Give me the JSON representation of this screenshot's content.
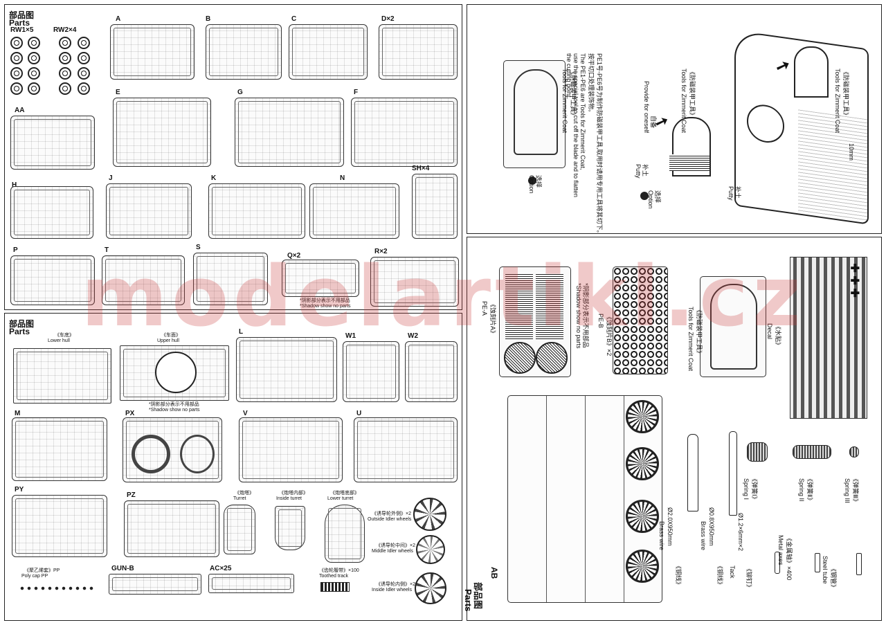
{
  "watermark": "modelartikl.cz",
  "left_top": {
    "title_cn": "部品图",
    "title_en": "Parts",
    "sprues": [
      "RW1×5",
      "RW2×4",
      "A",
      "B",
      "C",
      "D×2",
      "AA",
      "E",
      "G",
      "F",
      "H",
      "J",
      "K",
      "N",
      "SH×4",
      "P",
      "T",
      "S",
      "Q×2",
      "R×2"
    ],
    "note_cn": "*阴影部分表示不用部品",
    "note_en": "*Shadow show no parts"
  },
  "left_bottom": {
    "title_cn": "部品图",
    "title_en": "Parts",
    "lower_hull_cn": "《车底》",
    "lower_hull_en": "Lower hull",
    "upper_hull_cn": "《车面》",
    "upper_hull_en": "Upper hull",
    "note_cn": "*阴影部分表示不用部品",
    "note_en": "*Shadow show no parts",
    "sprues": [
      "L",
      "W1",
      "W2",
      "M",
      "PX",
      "V",
      "U",
      "PY",
      "PZ",
      "GUN-B",
      "AC×25"
    ],
    "turret_cn": "《炮塔》",
    "turret_en": "Turret",
    "inside_turret_cn": "《炮塔内部》",
    "inside_turret_en": "Inside turret",
    "lower_turret_cn": "《炮塔底部》",
    "lower_turret_en": "Lower turret",
    "outside_idler_cn": "《诱导轮外侧》×2",
    "outside_idler_en": "Outside Idler wheels",
    "middle_idler_cn": "《诱导轮中间》×2",
    "middle_idler_en": "Middle Idler wheels",
    "inside_idler_cn": "《诱导轮内侧》×2",
    "inside_idler_en": "Inside Idler wheels",
    "polycap_cn": "《聚乙烯套》PP",
    "polycap_en": "Poly cap PP",
    "track_cn": "《齿轮履带》×100",
    "track_en": "Toothed track"
  },
  "right_top": {
    "tools_cn": "《防磁装甲工具》",
    "tools_en": "Tools for Zimmerit Coat",
    "option_cn": "选择",
    "option_en": "Option",
    "instruction_cn1": "PE1号-PE6号为制作防磁装甲工具,取用时请用专用工具将其切下。",
    "instruction_cn2": "按平切口处理装饰物。",
    "instruction_en1": "The PE1-PE6 are Tools for Zimmerit Coat,",
    "instruction_en2": "use the special tool to cut off the blade and to flatten",
    "instruction_en3": "the cutting point.",
    "provide_cn": "自备",
    "provide_en": "Provide for oneself",
    "putty_cn": "补土",
    "putty_en": "Putty",
    "tools2_cn": "《防磁装甲工具》",
    "tools2_en": "Tools for Zimmerit Coat",
    "putty2_cn": "补土",
    "putty2_en": "Putty",
    "dimension": "10mm"
  },
  "right_bottom": {
    "title_cn": "部品图",
    "title_en": "Parts",
    "sprue_ab": "AB",
    "pe_a_cn": "《蚀刻片A》",
    "pe_a_en": "PE-A",
    "pe_b_cn": "《蚀刻片B》×2",
    "pe_b_en": "PE-B",
    "shadow_cn": "*阴影部分表示不用部品",
    "shadow_en": "*Shadow show no parts",
    "zimmerit_cn": "《防磁装甲工具》",
    "zimmerit_en": "Tools for Zimmerit Coat",
    "decal_cn": "《水贴》",
    "decal_en": "Decal",
    "brass1_cn": "《铜线》",
    "brass1_size": "Ø2.0X950mm",
    "brass1_en": "Brass wire",
    "brass2_cn": "《铜线》",
    "brass2_size": "Ø0.8X950mm",
    "brass2_en": "Brass wire",
    "spring1_cn": "《弹簧Ⅰ》",
    "spring1_en": "Spring I",
    "spring2_cn": "《弹簧Ⅱ》",
    "spring2_en": "Spring II",
    "spring3_cn": "《弹簧Ⅲ》",
    "spring3_en": "Spring III",
    "tack_cn": "《铆钉》",
    "tack_size": "Ø1.2×6mm×2",
    "tack_en": "Tack",
    "axes_cn": "《金属轴》×400",
    "axes_en": "Metal axes",
    "tube_cn": "《钢管》",
    "tube_en": "Steel tube"
  }
}
